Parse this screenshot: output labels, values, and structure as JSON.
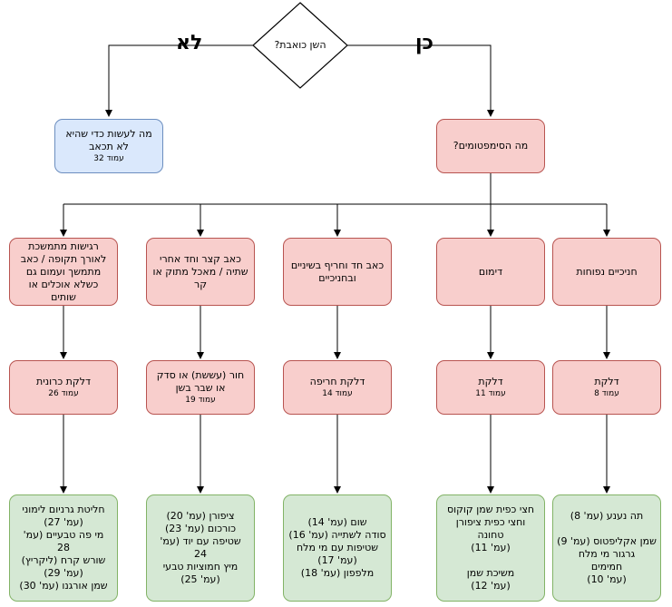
{
  "decision": {
    "label": "השן כואבת?",
    "yes": "כן",
    "no": "לא"
  },
  "no_box": {
    "title": "מה לעשות כדי שהיא\nלא  תכאב",
    "page": "עמוד 32"
  },
  "symptoms_box": {
    "title": "מה הסימפטומים?"
  },
  "columns": [
    {
      "symptom": "חניכיים נפוחות",
      "diagnosis": "דלקת",
      "page": "עמוד 8",
      "remedies": "תה נענע (עמ' 8)\n\nשמן אקליפטוס (עמ' 9)\nגרגור מי מלח\nחמימים\n(עמ' 10)"
    },
    {
      "symptom": "דימום",
      "diagnosis": "דלקת",
      "page": "עמוד 11",
      "remedies": "חצי כפית שמן קוקוס\nוחצי כפית ציפורן\nטחונה\n(עמ' 11)\n\nמשיכת שמן\n(עמ' 12)"
    },
    {
      "symptom": "כאב חד וחריף בשיניים\nובחניכיים",
      "diagnosis": "דלקת חריפה",
      "page": "עמוד 14",
      "remedies": "שום (עמ' 14)\nסודה לשתייה (עמ' 16)\nשטיפות עם מי מלח\n(עמ' 17)\nמלפפון (עמ' 18)"
    },
    {
      "symptom": "כאב קצר וחד אחרי\nשתיה / מאכל מתוק או\nקר",
      "diagnosis": "חור (עששת) או סדק\nאו שבר בשן",
      "page": "עמוד 19",
      "remedies": "ציפורן (עמ' 20)\nכורכום (עמ' 23)\nשטיפה עם יוד (עמ'\n24\nמיץ חמוציות טבעי\n(עמ' 25)"
    },
    {
      "symptom": "רגישות מתמשכת\nלאורך תקופה / כאב\nמתמשך ועמום גם\nכשלא אוכלים או\nשותים",
      "diagnosis": "דלקת כרונית",
      "page": "עמוד 26",
      "remedies": "חליטת גרניום לימוני\n(עמ' 27)\nמי פה טבעיים (עמ'\n28\nשורש קרח (ליקריץ)\n(עמ' 29)\nשמן אורגנו (עמ' 30)"
    }
  ],
  "colors": {
    "pink_fill": "#f8cecc",
    "pink_stroke": "#b85450",
    "blue_fill": "#dae8fc",
    "blue_stroke": "#6c8ebf",
    "green_fill": "#d5e8d4",
    "green_stroke": "#82b366"
  }
}
